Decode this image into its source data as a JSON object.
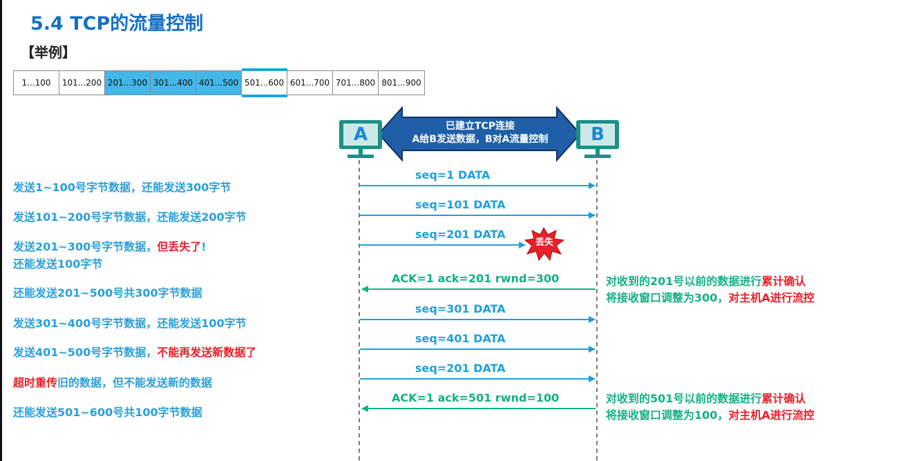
{
  "title": "5.4 TCP的流量控制",
  "subtitle": "【举例】",
  "sequence_blocks": [
    {
      "label": "1...100",
      "highlighted": false,
      "window": false
    },
    {
      "label": "101...200",
      "highlighted": false,
      "window": false
    },
    {
      "label": "201...300",
      "highlighted": true,
      "window": false
    },
    {
      "label": "301...400",
      "highlighted": true,
      "window": false
    },
    {
      "label": "401...500",
      "highlighted": true,
      "window": false
    },
    {
      "label": "501...600",
      "highlighted": false,
      "window": true
    },
    {
      "label": "601...700",
      "highlighted": false,
      "window": false
    },
    {
      "label": "701...800",
      "highlighted": false,
      "window": false
    },
    {
      "label": "801...900",
      "highlighted": false,
      "window": false
    }
  ],
  "hosts": {
    "a": "A",
    "b": "B"
  },
  "connection": {
    "line1": "已建立TCP连接",
    "line2": "A给B发送数据，B对A流量控制"
  },
  "lost_label": "丢失",
  "messages": {
    "m1": "seq=1   DATA",
    "m2": "seq=101   DATA",
    "m3": "seq=201   DATA",
    "m4": "ACK=1   ack=201    rwnd=300",
    "m5": "seq=301   DATA",
    "m6": "seq=401   DATA",
    "m7": "seq=201   DATA",
    "m8": "ACK=1   ack=501    rwnd=100"
  },
  "left_notes": {
    "n1": "发送1~100号字节数据，还能发送300字节",
    "n2": "发送101~200号字节数据，还能发送200字节",
    "n3a": "发送201~300号字节数据，",
    "n3b": "但丢失了",
    "n3c": "!",
    "n3d": "还能发送100字节",
    "n4": "还能发送201~500号共300字节数据",
    "n5": "发送301~400号字节数据，还能发送100字节",
    "n6a": "发送401~500号字节数据，",
    "n6b": "不能再发送新数据了",
    "n7a": "超时重传",
    "n7b": "旧的数据，但不能发送新的数据",
    "n8": "还能发送501~600号共100字节数据"
  },
  "right_notes": {
    "r1a": "对收到的201号以前的数据进行",
    "r1b": "累计确认",
    "r1c": "将接收窗口调整为300，",
    "r1d": "对主机A进行流控",
    "r2a": "对收到的501号以前的数据进行",
    "r2b": "累计确认",
    "r2c": "将接收窗口调整为100，",
    "r2d": "对主机A进行流控"
  },
  "colors": {
    "title": "#1670c4",
    "blue": "#1ea0dc",
    "green": "#13b085",
    "red": "#e8202a",
    "host": "#1d8f87",
    "banner": "#1f5fa8"
  }
}
